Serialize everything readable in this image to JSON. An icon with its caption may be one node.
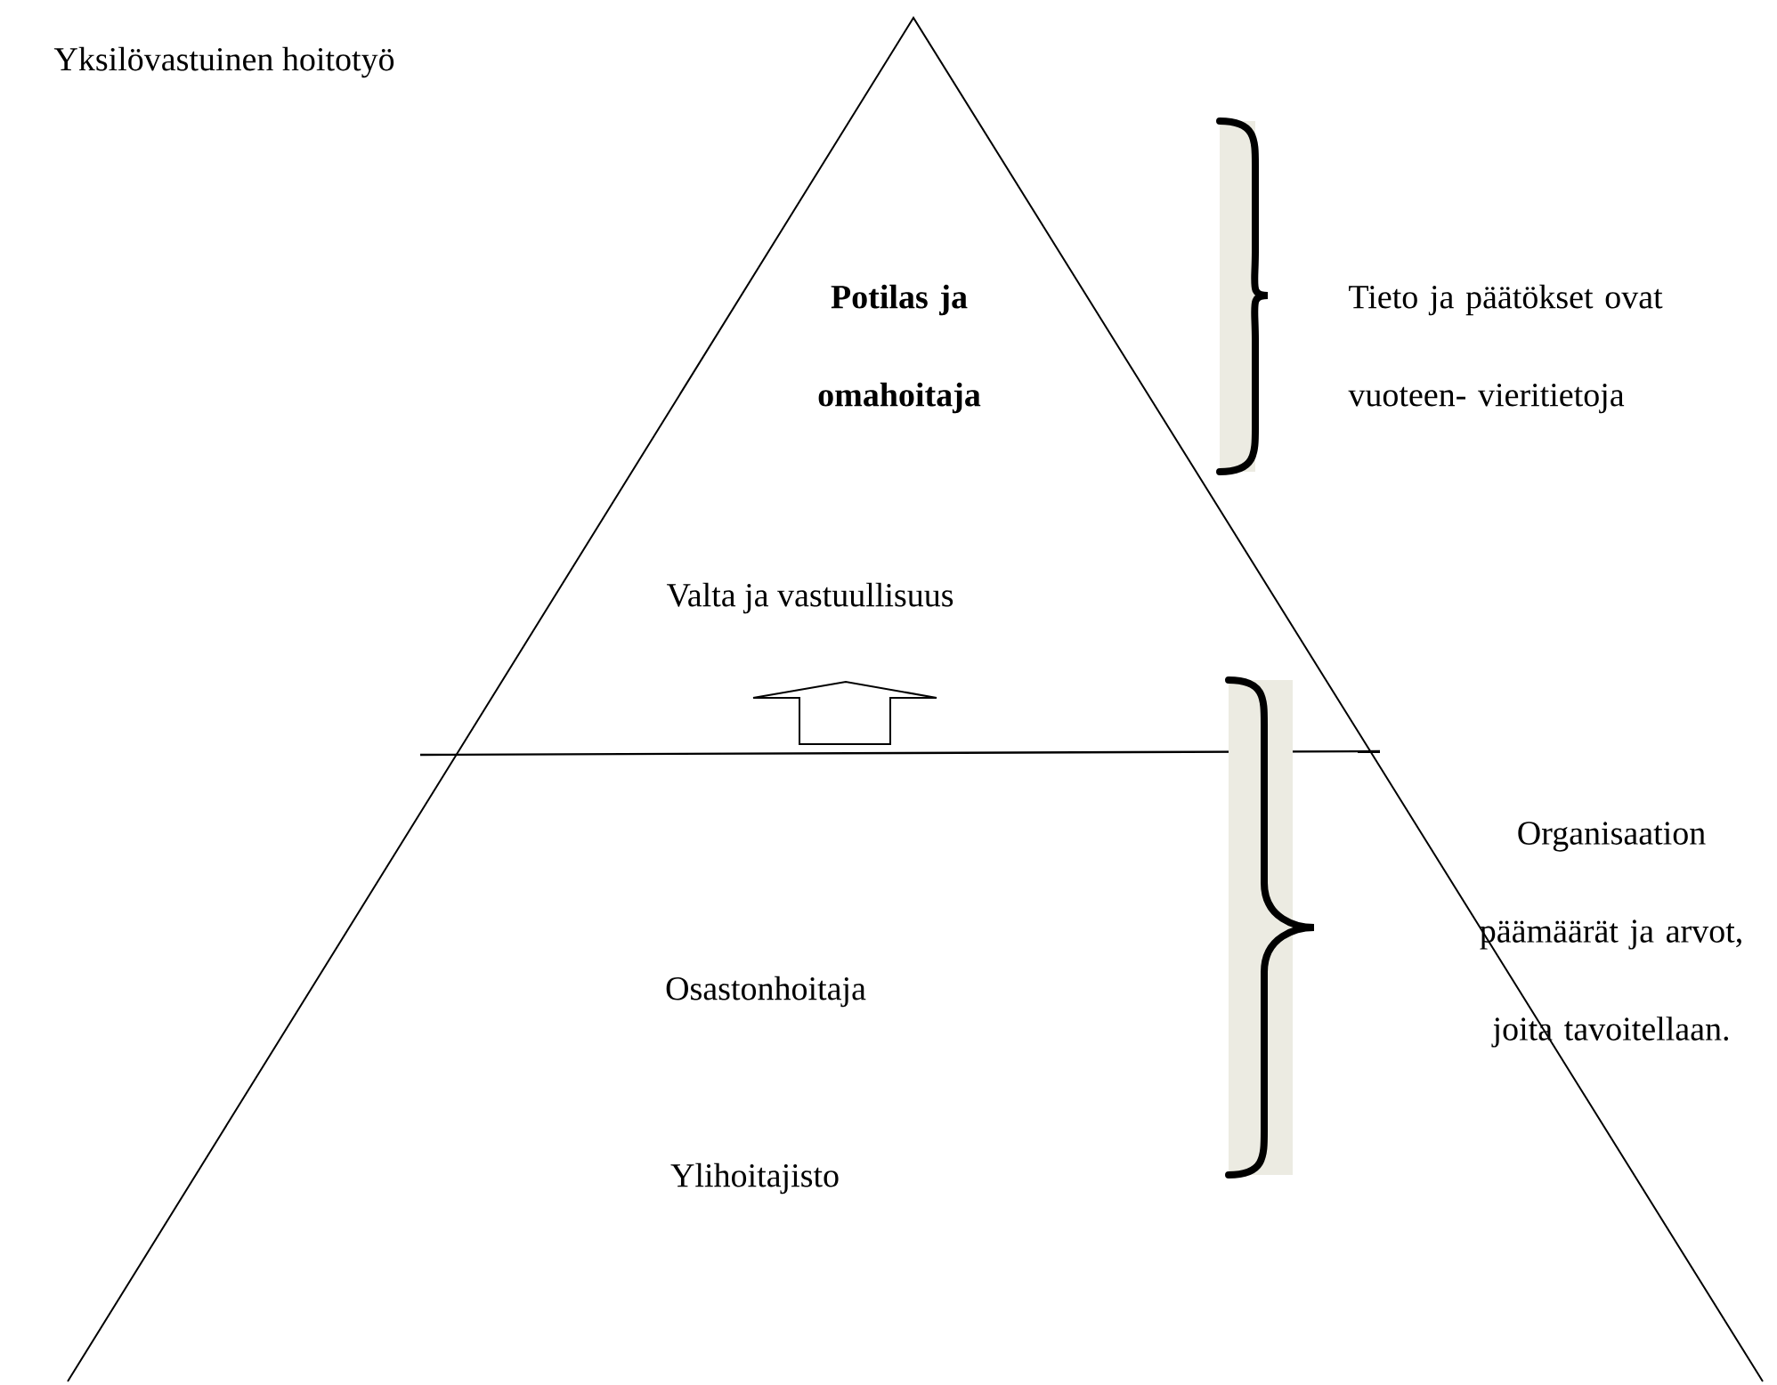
{
  "diagram": {
    "title": "Yksilövastuinen hoitotyö",
    "labels": [
      "Potilas ja omahoitaja",
      "Tieto ja päätökset ovat vuoteen- vieritietoja",
      "Valta ja vastuullisuus",
      "Organisaation päämäärät ja arvot, joita tavoitellaan.",
      "Osastonhoitaja",
      "Ylihoitajisto"
    ]
  }
}
